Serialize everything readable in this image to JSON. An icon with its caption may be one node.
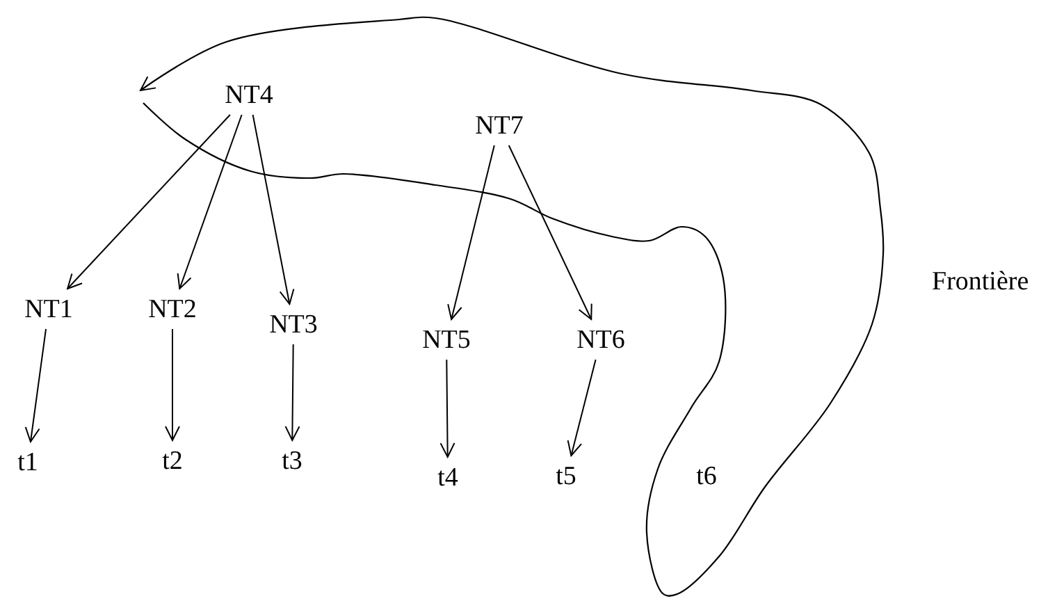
{
  "diagram": {
    "nodes": [
      {
        "text": [
          "NT4"
        ]
      },
      {
        "text": [
          "NT7"
        ]
      },
      {
        "text": [
          "NT1"
        ]
      },
      {
        "text": [
          "NT2"
        ]
      },
      {
        "text": [
          "NT3"
        ]
      },
      {
        "text": [
          "NT5"
        ]
      },
      {
        "text": [
          "NT6"
        ]
      },
      {
        "text": [
          "t1"
        ]
      },
      {
        "text": [
          "t2"
        ]
      },
      {
        "text": [
          "t3"
        ]
      },
      {
        "text": [
          "t4"
        ]
      },
      {
        "text": [
          "t5"
        ]
      },
      {
        "text": [
          "t6"
        ]
      }
    ],
    "edges": [
      {
        "from": 0,
        "to": 2,
        "arrow": "to"
      },
      {
        "from": 0,
        "to": 3,
        "arrow": "to"
      },
      {
        "from": 0,
        "to": 4,
        "arrow": "to"
      },
      {
        "from": 1,
        "to": 5,
        "arrow": "to"
      },
      {
        "from": 1,
        "to": 6,
        "arrow": "to"
      },
      {
        "from": 2,
        "to": 7,
        "arrow": "to"
      },
      {
        "from": 3,
        "to": 8,
        "arrow": "to"
      },
      {
        "from": 4,
        "to": 9,
        "arrow": "to"
      },
      {
        "from": 5,
        "to": 10,
        "arrow": "to"
      },
      {
        "from": 6,
        "to": 11,
        "arrow": "to"
      }
    ],
    "labels": [
      "Frontière"
    ]
  }
}
